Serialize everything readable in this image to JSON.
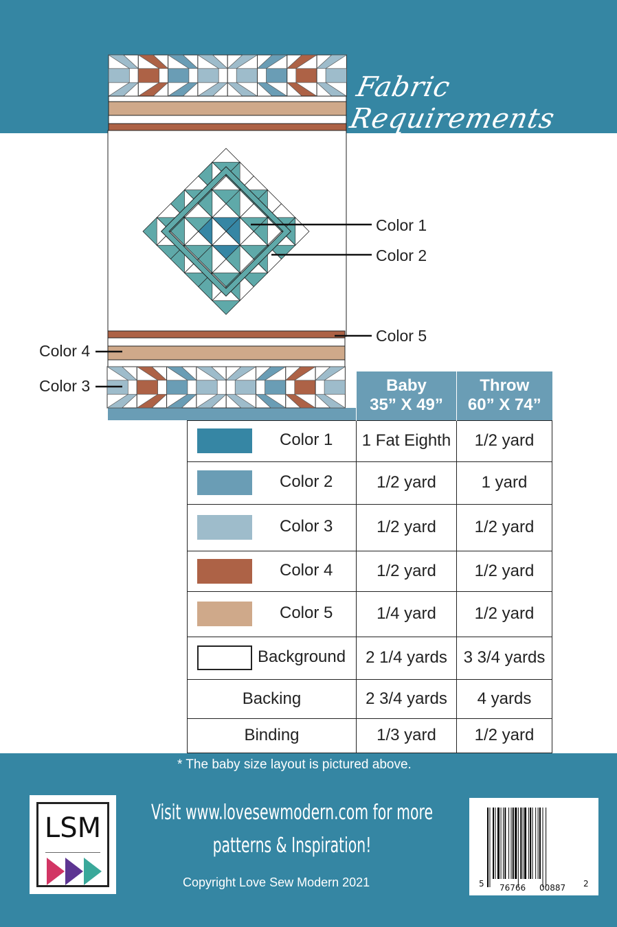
{
  "title": "Fabric Requirements",
  "colors": {
    "brand_blue": "#3586a3",
    "color1": "#3686a4",
    "color2": "#6a9db5",
    "color3": "#9ebccb",
    "color4": "#ad6246",
    "color5": "#cfa98a",
    "diamond_teal": "#5fa9a9"
  },
  "labels": {
    "color1": "Color 1",
    "color2": "Color 2",
    "color3": "Color 3",
    "color4": "Color 4",
    "color5": "Color 5"
  },
  "table": {
    "headers": [
      {
        "line1": "Baby",
        "line2": "35” X 49”"
      },
      {
        "line1": "Throw",
        "line2": "60” X 74”"
      }
    ],
    "rows": [
      {
        "name": "Color 1",
        "swatch": "#3686a4",
        "baby": "1 Fat Eighth",
        "throw": "1/2 yard"
      },
      {
        "name": "Color 2",
        "swatch": "#6a9db5",
        "baby": "1/2 yard",
        "throw": "1 yard"
      },
      {
        "name": "Color 3",
        "swatch": "#9ebccb",
        "baby": "1/2 yard",
        "throw": "1/2 yard"
      },
      {
        "name": "Color 4",
        "swatch": "#ad6246",
        "baby": "1/2 yard",
        "throw": "1/2 yard"
      },
      {
        "name": "Color 5",
        "swatch": "#cfa98a",
        "baby": "1/4 yard",
        "throw": "1/2 yard"
      },
      {
        "name": "Background",
        "swatch": "#ffffff",
        "baby": "2 1/4 yards",
        "throw": "3 3/4 yards"
      },
      {
        "name": "Backing",
        "swatch": null,
        "baby": "2 3/4 yards",
        "throw": "4 yards"
      },
      {
        "name": "Binding",
        "swatch": null,
        "baby": "1/3 yard",
        "throw": "1/2 yard"
      }
    ]
  },
  "note": "* The baby size layout is pictured above.",
  "footer": {
    "logo_text": "LSM",
    "visit_line1": "Visit www.lovesewmodern.com for more",
    "visit_line2": "patterns & Inspiration!",
    "copyright": "Copyright Love Sew Modern 2021",
    "barcode": {
      "lead": "5",
      "group1": "76766",
      "group2": "00887",
      "check": "2"
    }
  }
}
